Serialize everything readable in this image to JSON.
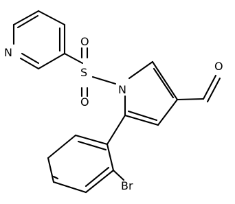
{
  "molecule": {
    "atoms": {
      "pyridine_n": "N",
      "sulfonyl_s": "S",
      "sulfonyl_o_top": "O",
      "sulfonyl_o_bottom": "O",
      "pyrrole_n": "N",
      "aldehyde_o": "O",
      "bromine": "Br"
    }
  }
}
